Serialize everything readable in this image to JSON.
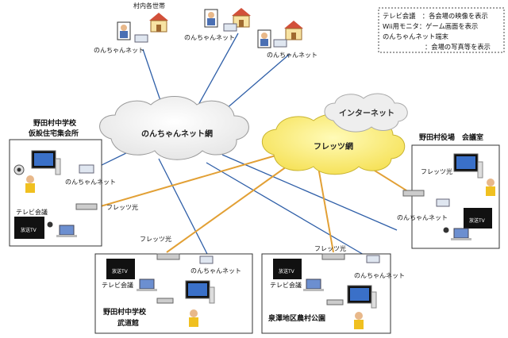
{
  "legend": {
    "line1": "テレビ会議　：各会場の映像を表示",
    "line2": "Wii用モニタ：ゲーム画面を表示",
    "line3": "のんちゃんネット端末",
    "line4": "：会場の写真等を表示"
  },
  "clouds": {
    "nonchan_net": "のんちゃんネット網",
    "flets_net": "フレッツ網",
    "internet": "インターネット"
  },
  "village": {
    "title": "村内各世帯",
    "terminal_label": "のんちゃんネット"
  },
  "sites": {
    "left": {
      "title_line1": "野田村中学校",
      "title_line2": "仮設住宅集会所",
      "nonchan": "のんちゃんネット",
      "flets": "フレッツ光",
      "tv_conf": "テレビ会議"
    },
    "right": {
      "title": "野田村役場　会議室",
      "flets": "フレッツ光",
      "nonchan": "のんちゃんネット"
    },
    "bottom_left": {
      "title_line1": "野田村中学校",
      "title_line2": "武道館",
      "flets": "フレッツ光",
      "tv_conf": "テレビ会議",
      "nonchan": "のんちゃんネット"
    },
    "bottom_right": {
      "title": "泉澤地区農村公園",
      "flets": "フレッツ光",
      "tv_conf": "テレビ会議",
      "nonchan": "のんちゃんネット"
    }
  },
  "screen_text": "放送TV",
  "colors": {
    "nonchan_line": "#2f5fa8",
    "flets_line": "#e2a035",
    "flets_cloud": "#fff07a",
    "plain_cloud": "#ffffff",
    "internet_cloud": "#eeeeee"
  }
}
